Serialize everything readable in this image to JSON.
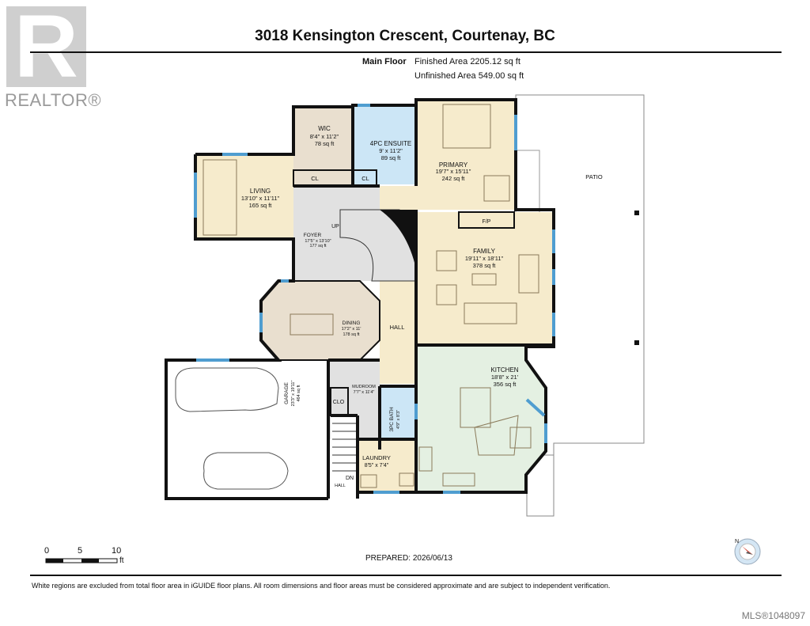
{
  "logo": {
    "letter": "R",
    "word": "REALTOR®"
  },
  "title": "3018 Kensington Crescent, Courtenay, BC",
  "floor": {
    "label": "Main Floor",
    "finished_area": "Finished Area 2205.12 sq ft",
    "unfinished_area": "Unfinished Area 549.00 sq ft"
  },
  "rooms": {
    "wic": {
      "name": "WIC",
      "dims": "8'4\" x 11'2\"",
      "area": "78 sq ft"
    },
    "ensuite": {
      "name": "4PC ENSUITE",
      "dims": "9' x 11'2\"",
      "area": "89 sq ft"
    },
    "primary": {
      "name": "PRIMARY",
      "dims": "19'7\" x 15'11\"",
      "area": "242 sq ft"
    },
    "living": {
      "name": "LIVING",
      "dims": "13'10\" x 11'11\"",
      "area": "165 sq ft"
    },
    "foyer": {
      "name": "FOYER",
      "dims": "17'5\" x 13'10\"",
      "area": "177 sq ft"
    },
    "family": {
      "name": "FAMILY",
      "dims": "19'11\" x 18'11\"",
      "area": "378 sq ft"
    },
    "dining": {
      "name": "DINING",
      "dims": "17'2\" x 11'",
      "area": "178 sq ft"
    },
    "kitchen": {
      "name": "KITCHEN",
      "dims": "18'8\" x 21'",
      "area": "356 sq ft"
    },
    "garage": {
      "name": "GARAGE",
      "dims": "23'3\" x 19'11\"",
      "area": "464 sq ft"
    },
    "mudroom": {
      "name": "MUDROOM",
      "dims": "7'7\" x 11'4\""
    },
    "bath3": {
      "name": "3PC BATH",
      "dims": "4'9\" x 8'3\""
    },
    "laundry": {
      "name": "LAUNDRY",
      "dims": "8'5\" x 7'4\""
    }
  },
  "labels": {
    "patio": "PATIO",
    "hall": "HALL",
    "hall2": "HALL",
    "cl1": "CL",
    "cl2": "CL",
    "clo": "CLO",
    "fp": "F/P",
    "up": "UP",
    "dn": "DN"
  },
  "scale": {
    "n0": "0",
    "n5": "5",
    "n10": "10",
    "unit": "ft"
  },
  "compass": {
    "letter": "N"
  },
  "prepared": "PREPARED: 2026/06/13",
  "disclaimer": "White regions are excluded from total floor area in iGUIDE floor plans. All room dimensions and floor areas must be considered approximate and are subject to independent verification.",
  "mls": "MLS®1048097",
  "colors": {
    "beige": "#f6ebcc",
    "blue": "#cce6f6",
    "gray": "#d9d9d9",
    "green": "#e4f0e2",
    "dining": "#e9dfcf",
    "wall": "#111111",
    "window": "#4f9dd0"
  }
}
